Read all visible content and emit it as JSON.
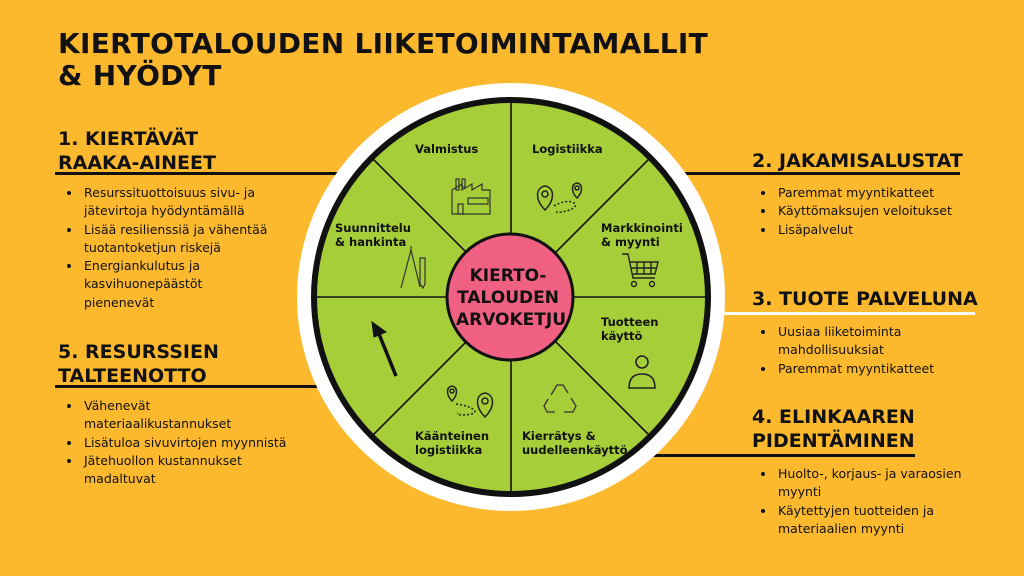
{
  "title": {
    "line1": "KIERTOTALOUDEN LIIKETOIMINTAMALLIT",
    "line2": "& HYÖDYT"
  },
  "sections": [
    {
      "heading": [
        "1. KIERTÄVÄT",
        "RAAKA-AINEET"
      ],
      "bullets": [
        "Resurssituottoisuus sivu- ja jätevirtoja hyödyntämällä",
        "Lisää resilienssiä ja vähentää tuotantoketjun riskejä",
        "Energiankulutus ja kasvihuonepäästöt pienenevät"
      ]
    },
    {
      "heading": [
        "2. JAKAMISALUSTAT"
      ],
      "bullets": [
        "Paremmat myyntikatteet",
        "Käyttömaksujen veloitukset",
        "Lisäpalvelut"
      ]
    },
    {
      "heading": [
        "3. TUOTE PALVELUNA"
      ],
      "bullets": [
        "Uusiaa liiketoiminta mahdollisuuksiat",
        "Paremmat myyntikatteet"
      ]
    },
    {
      "heading": [
        "4. ELINKAAREN",
        "PIDENTÄMINEN"
      ],
      "bullets": [
        "Huolto-, korjaus- ja varaosien myynti",
        "Käytettyjen tuotteiden ja materiaalien myynti"
      ]
    },
    {
      "heading": [
        "5. RESURSSIEN",
        "TALTEENOTTO"
      ],
      "bullets": [
        "Vähenevät materiaalikustannukset",
        "Lisätuloa sivuvirtojen myynnistä",
        "Jätehuollon kustannukset madaltuvat"
      ]
    }
  ],
  "wheel": {
    "center": [
      "KIERTO-",
      "TALOUDEN",
      "ARVOKETJU"
    ],
    "segments": [
      {
        "label": [
          "Valmistus"
        ],
        "icon": "factory-icon"
      },
      {
        "label": [
          "Logistiikka"
        ],
        "icon": "map-route-icon"
      },
      {
        "label": [
          "Markkinointi",
          "& myynti"
        ],
        "icon": "shopping-cart-icon"
      },
      {
        "label": [
          "Tuotteen",
          "käyttö"
        ],
        "icon": "user-icon"
      },
      {
        "label": [
          "Kierrätys &",
          "uudelleenkäyttö"
        ],
        "icon": "recycle-icon"
      },
      {
        "label": [
          "Käänteinen",
          "logistiikka"
        ],
        "icon": "map-route-icon"
      },
      {
        "label": [],
        "icon": "arrow-icon"
      },
      {
        "label": [
          "Suunnittelu",
          "& hankinta"
        ],
        "icon": "compass-icon"
      }
    ],
    "colors": {
      "segment": "#A6CE39",
      "center": "#F06082",
      "background": "#FDB92E",
      "ring": "#FFFFFF"
    }
  }
}
